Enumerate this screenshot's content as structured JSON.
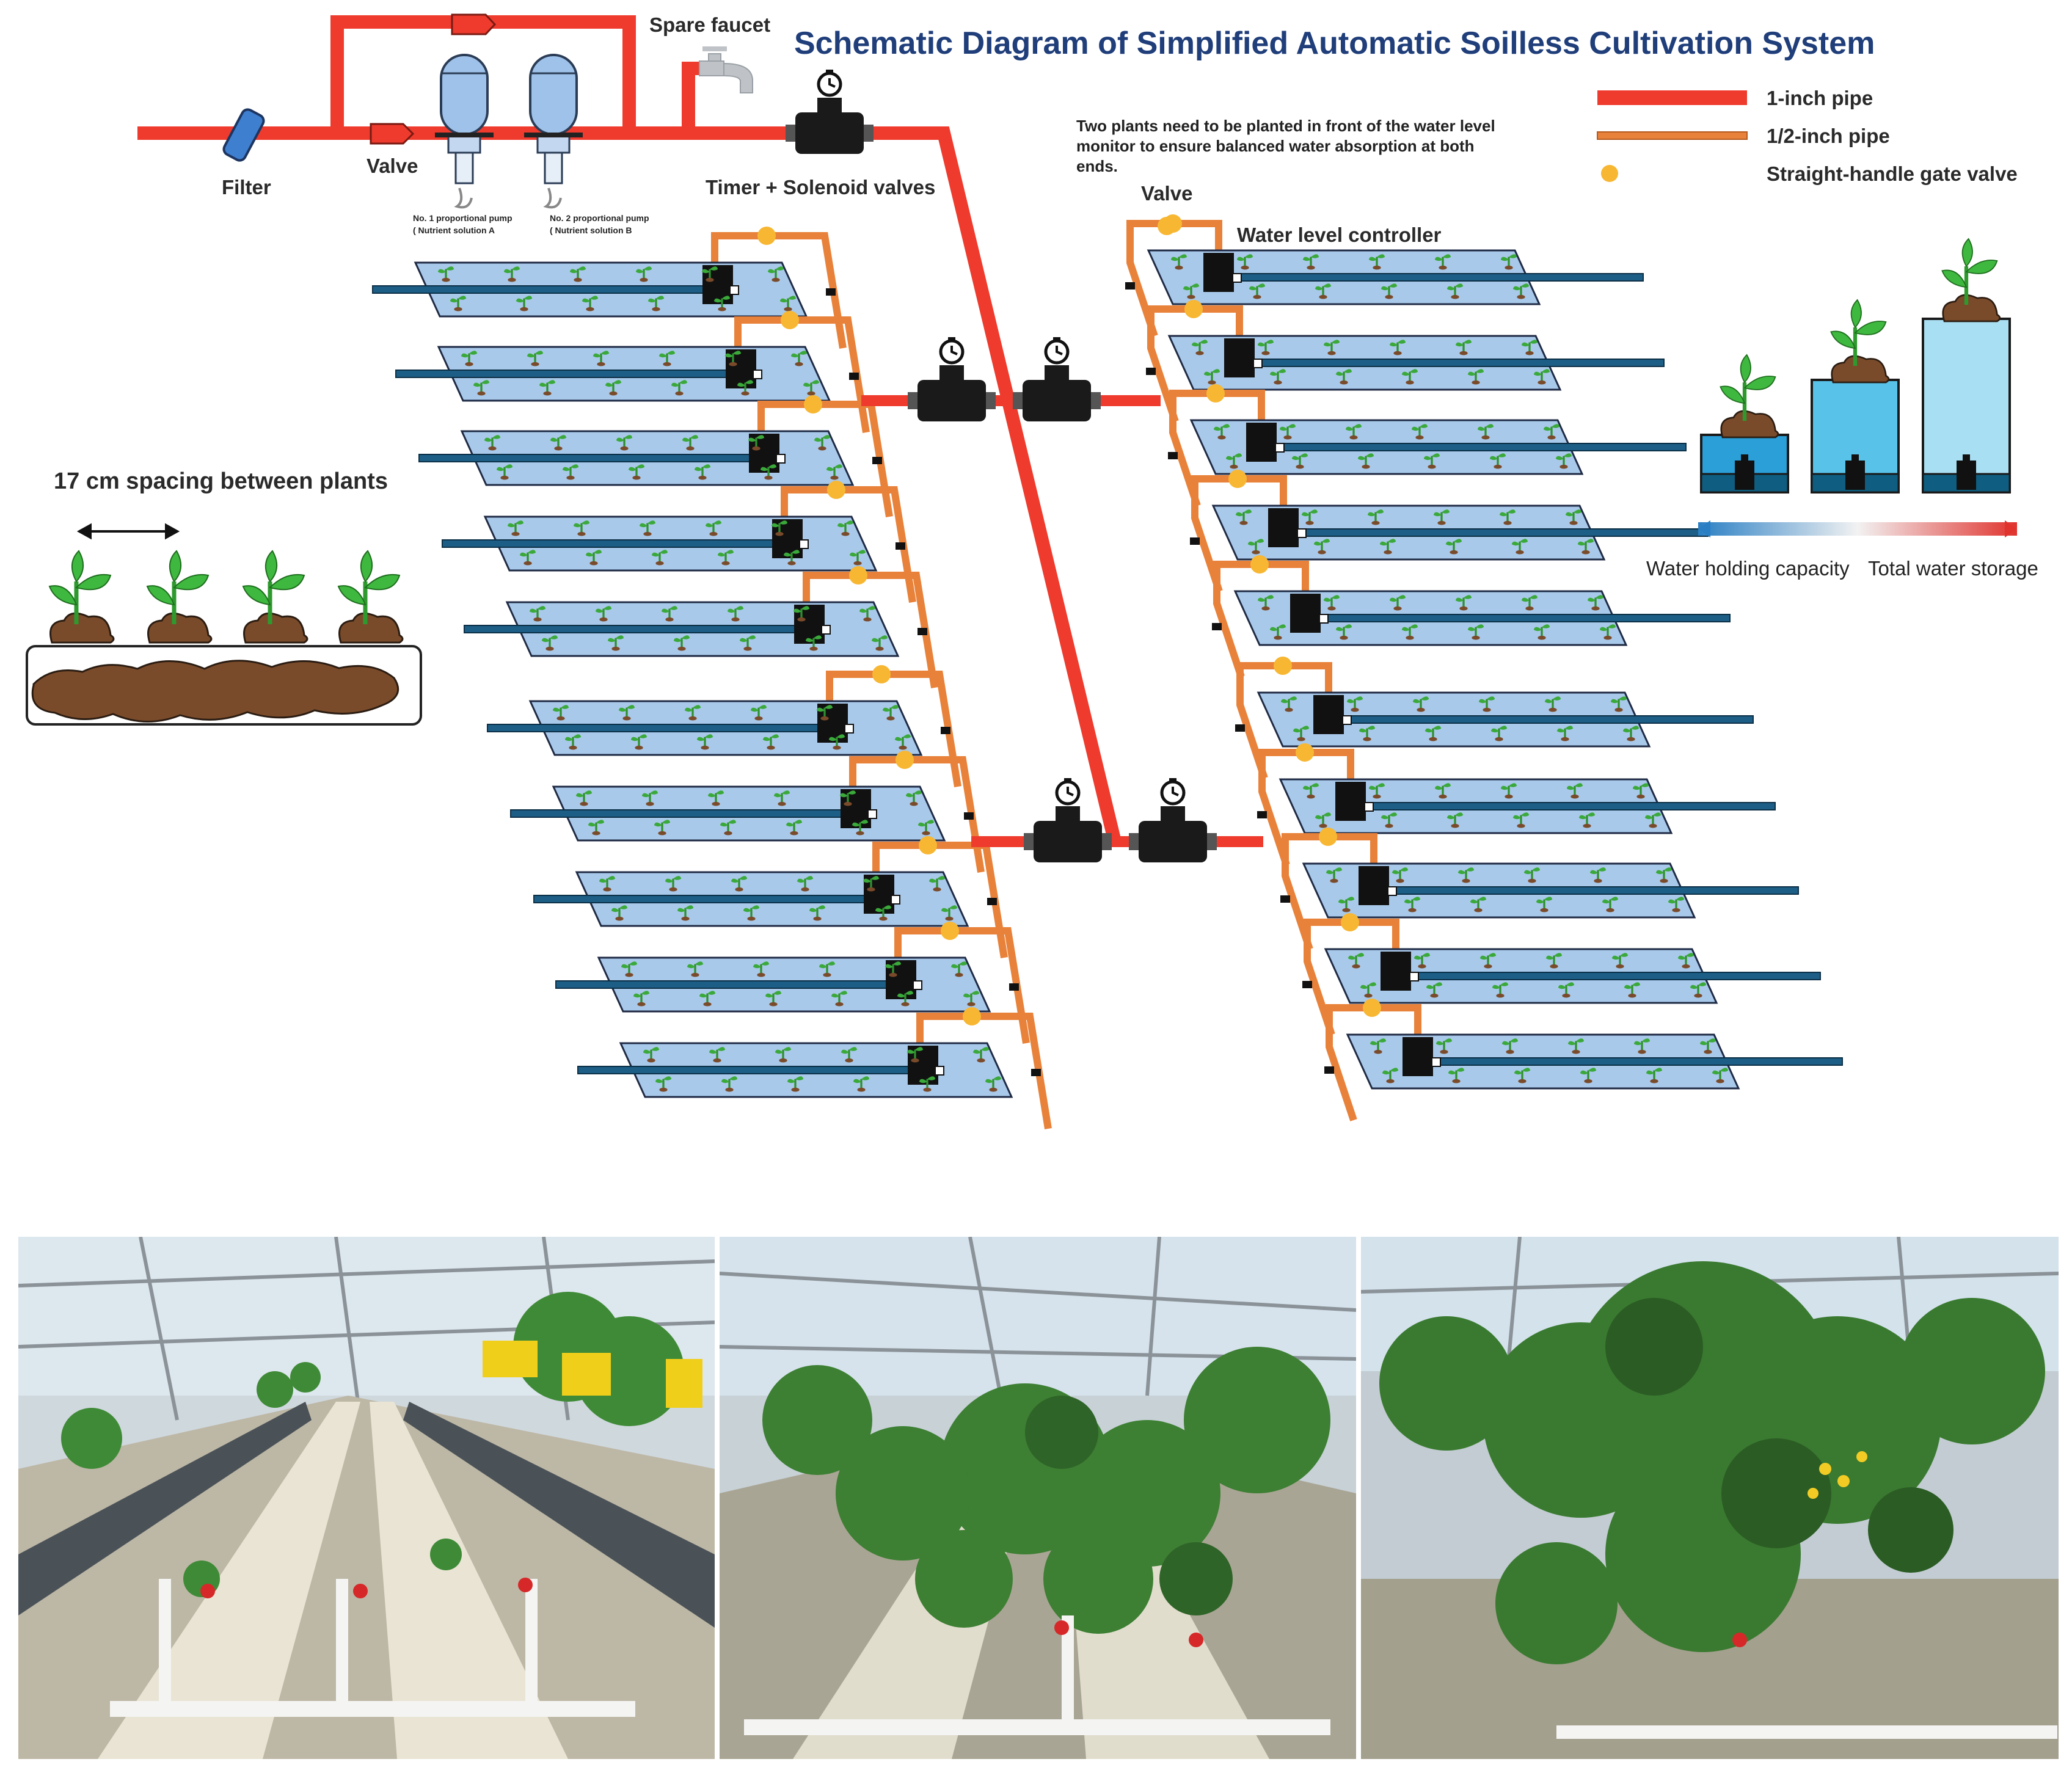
{
  "title": "Schematic Diagram of Simplified Automatic Soilless Cultivation System",
  "labels": {
    "spare_faucet": "Spare faucet",
    "filter": "Filter",
    "valve_inlet": "Valve",
    "pump1_line1": "No. 1 proportional pump",
    "pump1_line2": "( Nutrient solution A",
    "pump2_line1": "No. 2 proportional pump",
    "pump2_line2": "( Nutrient solution B",
    "timer": "Timer + Solenoid valves",
    "note_line1": "Two plants need to be planted in front of the water level",
    "note_line2": "monitor to ensure balanced water absorption at both",
    "note_line3": "ends.",
    "valve_right": "Valve",
    "water_level_controller": "Water level controller",
    "spacing": "17 cm spacing between plants",
    "water_holding": "Water holding capacity",
    "total_storage": "Total water storage"
  },
  "legend": [
    {
      "label": "1-inch pipe",
      "color": "#ee3b2d",
      "kind": "thick"
    },
    {
      "label": "1/2-inch pipe",
      "color": "#e8823a",
      "kind": "thin"
    },
    {
      "label": "Straight-handle gate valve",
      "color": "#f7b733",
      "kind": "dot"
    }
  ],
  "colors": {
    "main_pipe": "#ee3b2d",
    "half_pipe": "#e8823a",
    "gate_valve": "#f7b733",
    "trough": "#a9c9ea",
    "trough_edge": "#1f2a44",
    "drip_line": "#1d5e86",
    "title": "#1f3e7a"
  },
  "photos": [
    {
      "name": "greenhouse-photo-seedling-stage"
    },
    {
      "name": "greenhouse-photo-growth-stage"
    },
    {
      "name": "greenhouse-photo-fruiting-stage"
    }
  ]
}
